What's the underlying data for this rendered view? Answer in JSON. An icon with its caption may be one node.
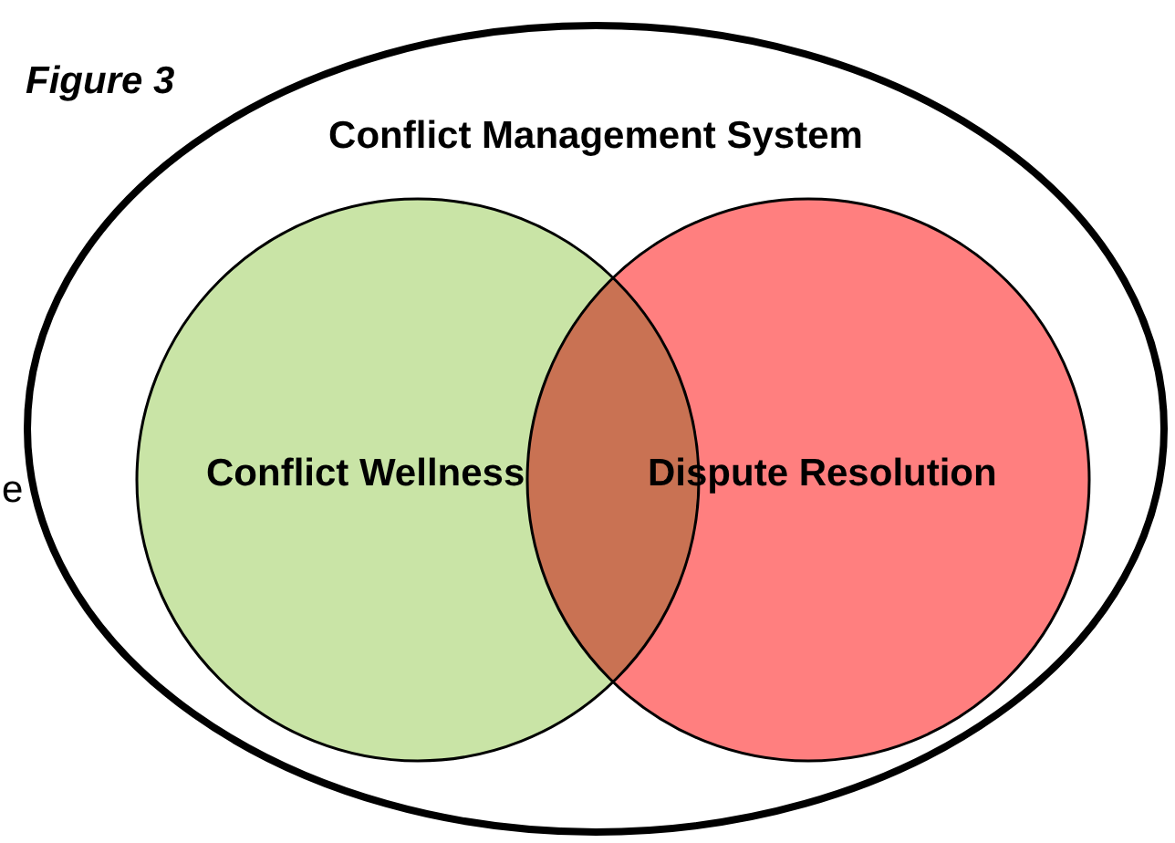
{
  "diagram": {
    "nodes": [
      {
        "text": [
          "Conflict Management System"
        ]
      },
      {
        "text": [
          "Conflict Wellness"
        ],
        "in": 0
      },
      {
        "text": [
          "Dispute Resolution"
        ],
        "in": 0
      }
    ],
    "labels": [
      "Figure 3",
      "e"
    ]
  }
}
